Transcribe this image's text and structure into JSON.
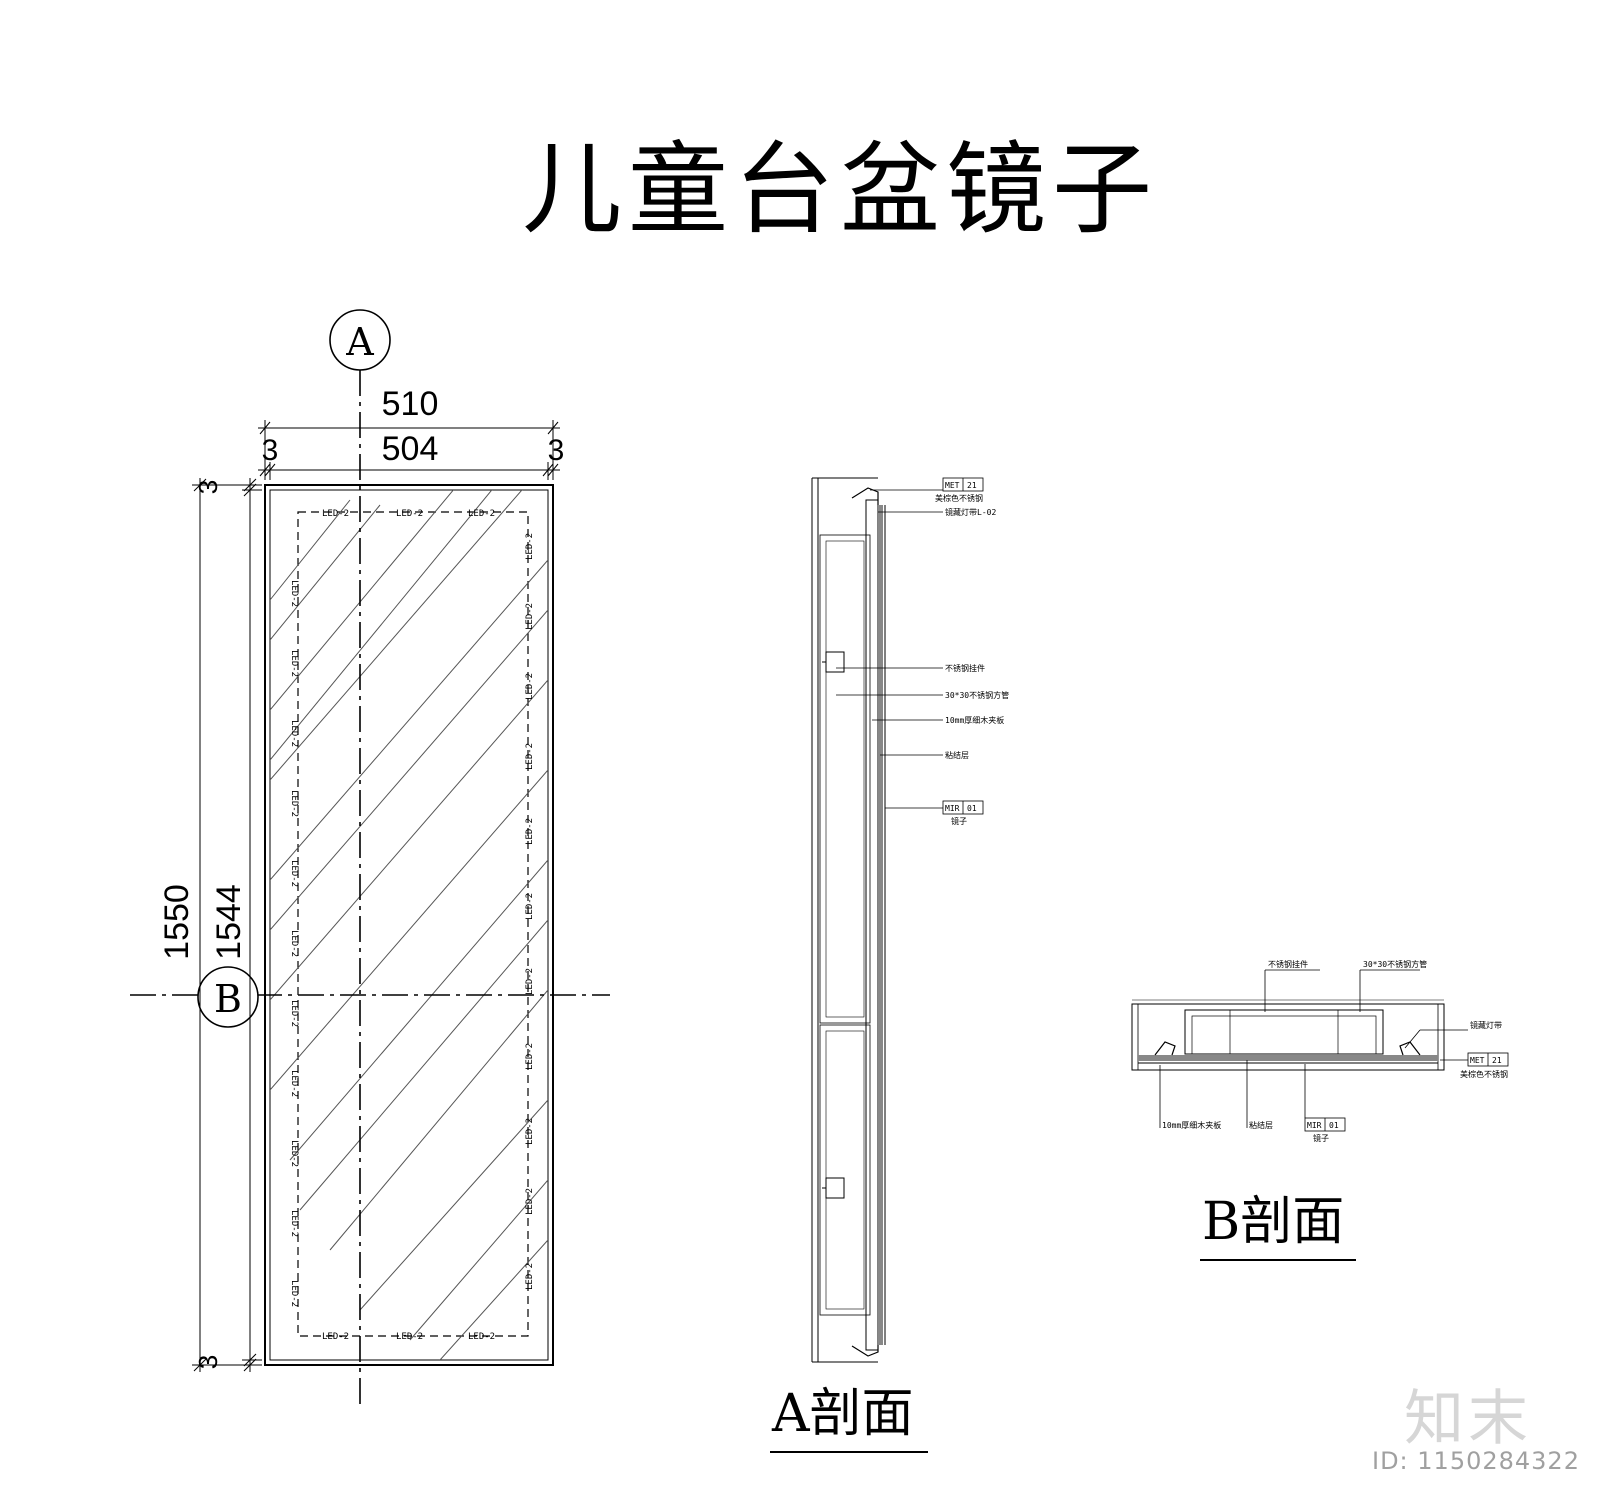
{
  "title": "儿童台盆镜子",
  "elevation": {
    "axis_a": "A",
    "axis_b": "B",
    "dim_total_width": "510",
    "dim_inner_width": "504",
    "dim_edge": "3",
    "dim_total_height": "1550",
    "dim_inner_height": "1544",
    "led_label": "LED-2"
  },
  "section_a": {
    "heading": "A剖面",
    "tag1_code": "MET",
    "tag1_num": "21",
    "tag1_desc": "美棕色不锈钢",
    "label_led": "镜藏灯带L-02",
    "label_rod": "不锈钢挂件",
    "label_tube": "30*30不锈钢方管",
    "label_board": "10mm厚细木夹板",
    "label_glue": "粘结层",
    "tag2_code": "MIR",
    "tag2_num": "01",
    "tag2_desc": "镜子"
  },
  "section_b": {
    "heading": "B剖面",
    "label_rod": "不锈钢挂件",
    "label_tube": "30*30不锈钢方管",
    "label_led": "镜藏灯带",
    "tag1_code": "MET",
    "tag1_num": "21",
    "tag1_desc": "美棕色不锈钢",
    "label_board": "10mm厚细木夹板",
    "label_glue": "粘结层",
    "tag2_code": "MIR",
    "tag2_num": "01",
    "tag2_desc": "镜子"
  },
  "brand": "知末",
  "image_id": "ID: 1150284322"
}
